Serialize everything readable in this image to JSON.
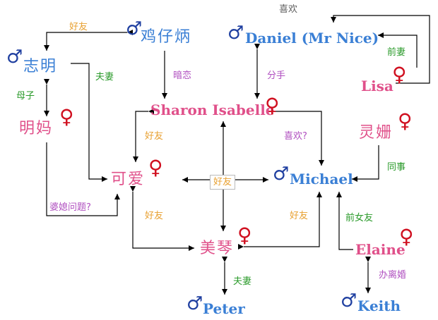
{
  "people": {
    "chicken": "鸡仔炳",
    "daniel": "Daniel (Mr Nice)",
    "zhiming": "志明",
    "lisa": "Lisa",
    "sharon": "Sharon Isabelle",
    "mingma": "明妈",
    "lingshan": "灵姗",
    "keai": "可爱",
    "michael": "Michael",
    "meiqin": "美琴",
    "elaine": "Elaine",
    "peter": "Peter",
    "keith": "Keith"
  },
  "symbols": {
    "male": "♂",
    "female": "♀"
  },
  "relations": {
    "lisa_chicken": "喜欢",
    "zhiming_chicken": "好友",
    "lisa_daniel": "前妻",
    "zhiming_keai": "夫妻",
    "chicken_sharon": "暗恋",
    "daniel_sharon": "分手",
    "zhiming_mingma": "母子",
    "sharon_keai": "好友",
    "sharon_michael": "喜欢?",
    "center": "好友",
    "lingshan_michael": "同事",
    "mingma_keai": "婆媳问题?",
    "keai_meiqin": "好友",
    "meiqin_michael": "好友",
    "elaine_michael": "前女友",
    "meiqin_peter": "夫妻",
    "elaine_keith": "办离婚"
  }
}
